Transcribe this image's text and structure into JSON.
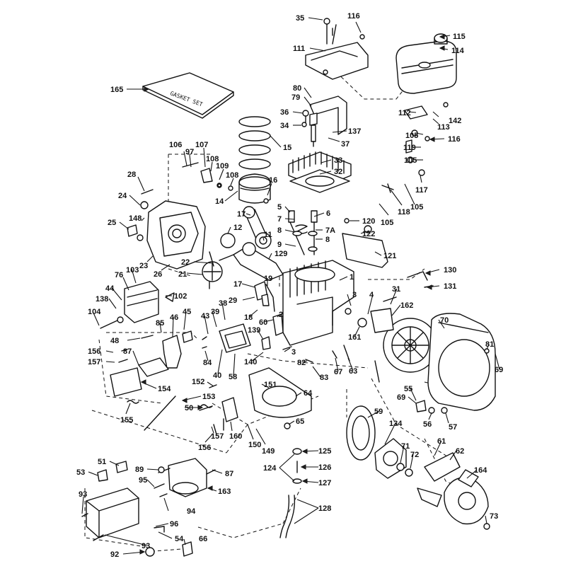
{
  "diagram": {
    "gasket_set_label": "GASKET SET",
    "callouts": {
      "c35": "35",
      "c116a": "116",
      "c115": "115",
      "c111": "111",
      "c114": "114",
      "c165": "165",
      "c80": "80",
      "c79": "79",
      "c112": "112",
      "c142": "142",
      "c36": "36",
      "c137": "137",
      "c113": "113",
      "c34": "34",
      "c37": "37",
      "c105a": "105",
      "c116b": "116",
      "c15": "15",
      "c119": "119",
      "c33": "33",
      "c105b": "105",
      "c106": "106",
      "c97": "97",
      "c107": "107",
      "c108a": "108",
      "c109": "109",
      "c108b": "108",
      "c32": "32",
      "c117": "117",
      "c28": "28",
      "c16": "16",
      "c118": "118",
      "c105c": "105",
      "c24": "24",
      "c14": "14",
      "c105d": "105",
      "c5": "5",
      "c6": "6",
      "c17a": "17",
      "c120": "120",
      "c148": "148",
      "c7": "7",
      "c7a": "7A",
      "c122": "122",
      "c25": "25",
      "c12": "12",
      "c8a": "8",
      "c8b": "8",
      "c11": "11",
      "c9": "9",
      "c121": "121",
      "c129": "129",
      "c22": "22",
      "c23": "23",
      "c26": "26",
      "c130": "130",
      "c76": "76",
      "c103": "103",
      "c21": "21",
      "c1": "1",
      "c17b": "17",
      "c19": "19",
      "c131": "131",
      "c102": "102",
      "c44": "44",
      "c3a": "3",
      "c31": "31",
      "c4": "4",
      "c138": "138",
      "c29": "29",
      "c38": "38",
      "c162": "162",
      "c70": "70",
      "c104": "104",
      "c43": "43",
      "c39": "39",
      "c2": "2",
      "c45": "45",
      "c46": "46",
      "c18": "18",
      "c60": "60",
      "c85": "85",
      "c161": "161",
      "c48": "48",
      "c139": "139",
      "c81": "81",
      "c3b": "3",
      "c156": "156",
      "c87a": "87",
      "c84": "84",
      "c69a": "69",
      "c157a": "157",
      "c58": "58",
      "c140": "140",
      "c82": "82",
      "c67": "67",
      "c63": "63",
      "c40": "40",
      "c83": "83",
      "c154": "154",
      "c152": "152",
      "c151": "151",
      "c153": "153",
      "c64": "64",
      "c55": "55",
      "c69b": "69",
      "c50": "50",
      "c155": "155",
      "c59": "59",
      "c65": "65",
      "c134": "134",
      "c56": "56",
      "c57": "57",
      "c157b": "157",
      "c160": "160",
      "c61": "61",
      "c156b": "156",
      "c150": "150",
      "c149": "149",
      "c71": "71",
      "c125": "125",
      "c62": "62",
      "c72": "72",
      "c51": "51",
      "c124": "124",
      "c126": "126",
      "c89": "89",
      "c87b": "87",
      "c53": "53",
      "c164": "164",
      "c95": "95",
      "c127": "127",
      "c163": "163",
      "c93a": "93",
      "c94": "94",
      "c128": "128",
      "c73": "73",
      "c96": "96",
      "c92": "92",
      "c93b": "93",
      "c54": "54",
      "c66": "66"
    }
  }
}
